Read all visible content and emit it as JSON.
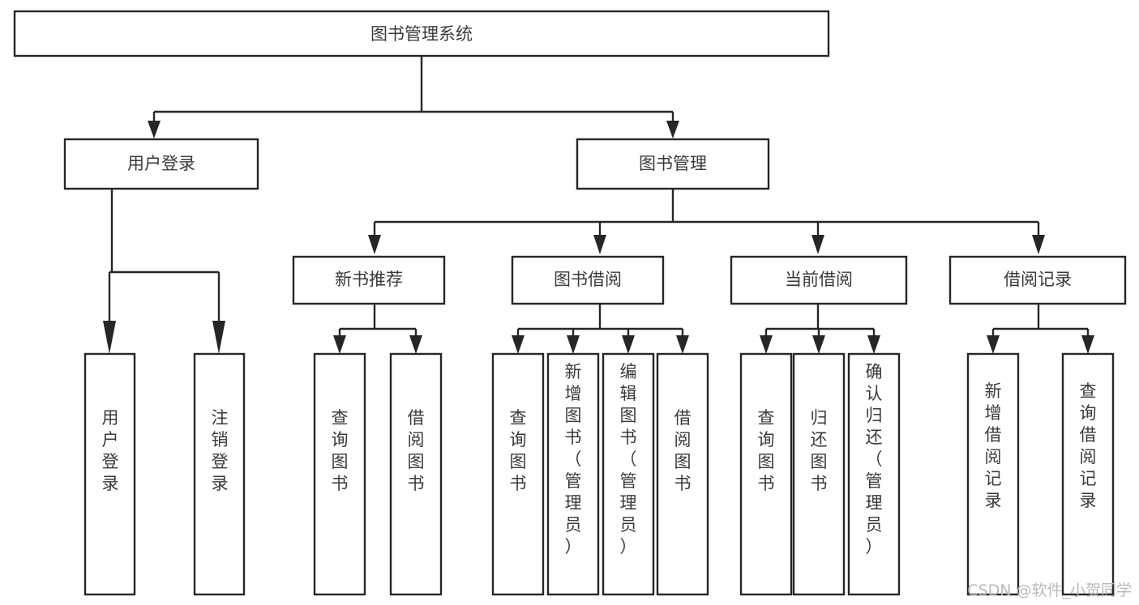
{
  "diagram": {
    "title": "图书管理系统",
    "type": "tree-hierarchy",
    "levels": 4,
    "root": {
      "id": "root",
      "label": "图书管理系统",
      "orientation": "horizontal"
    },
    "level2": [
      {
        "id": "user-login",
        "label": "用户登录",
        "orientation": "horizontal"
      },
      {
        "id": "book-manage",
        "label": "图书管理",
        "orientation": "horizontal"
      }
    ],
    "level3": [
      {
        "id": "new-book-recommend",
        "label": "新书推荐",
        "orientation": "horizontal",
        "parent": "book-manage"
      },
      {
        "id": "book-borrow",
        "label": "图书借阅",
        "orientation": "horizontal",
        "parent": "book-manage"
      },
      {
        "id": "current-borrow",
        "label": "当前借阅",
        "orientation": "horizontal",
        "parent": "book-manage"
      },
      {
        "id": "borrow-record",
        "label": "借阅记录",
        "orientation": "horizontal",
        "parent": "book-manage"
      }
    ],
    "leaves": {
      "user_login_children": [
        {
          "id": "leaf-user-login",
          "label": "用户登录",
          "orientation": "vertical"
        },
        {
          "id": "leaf-logout",
          "label": "注销登录",
          "orientation": "vertical"
        }
      ],
      "new_book_recommend_children": [
        {
          "id": "leaf-query-book-1",
          "label": "查询图书",
          "orientation": "vertical"
        },
        {
          "id": "leaf-borrow-book-1",
          "label": "借阅图书",
          "orientation": "vertical"
        }
      ],
      "book_borrow_children": [
        {
          "id": "leaf-query-book-2",
          "label": "查询图书",
          "orientation": "vertical"
        },
        {
          "id": "leaf-add-book",
          "label": "新增图书（管理员）",
          "orientation": "vertical"
        },
        {
          "id": "leaf-edit-book",
          "label": "编辑图书（管理员）",
          "orientation": "vertical"
        },
        {
          "id": "leaf-borrow-book-2",
          "label": "借阅图书",
          "orientation": "vertical"
        }
      ],
      "current_borrow_children": [
        {
          "id": "leaf-query-book-3",
          "label": "查询图书",
          "orientation": "vertical"
        },
        {
          "id": "leaf-return-book",
          "label": "归还图书",
          "orientation": "vertical"
        },
        {
          "id": "leaf-confirm-return",
          "label": "确认归还（管理员）",
          "orientation": "vertical"
        }
      ],
      "borrow_record_children": [
        {
          "id": "leaf-add-record",
          "label": "新增借阅记录",
          "orientation": "vertical"
        },
        {
          "id": "leaf-query-record",
          "label": "查询借阅记录",
          "orientation": "vertical"
        }
      ]
    }
  },
  "watermark": {
    "text": "CSDN @软件_小贺同学"
  },
  "colors": {
    "box_stroke": "#262626",
    "box_fill": "#ffffff",
    "text": "#3a3a3a",
    "connector": "#262626",
    "watermark": "#b9b9b9",
    "background": "#ffffff"
  }
}
